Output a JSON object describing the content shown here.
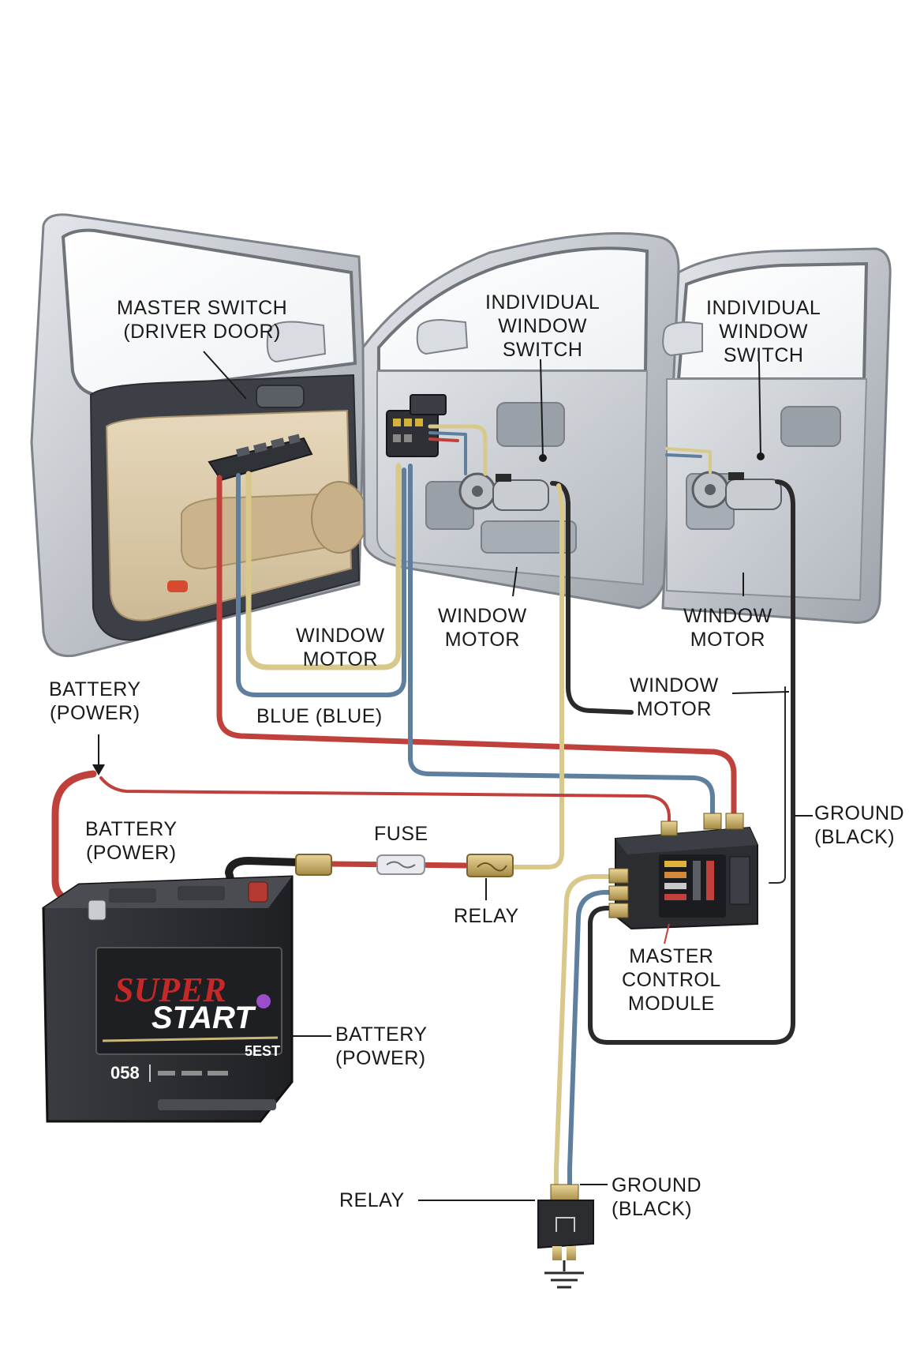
{
  "labels": {
    "master_switch": "MASTER SWITCH\n(DRIVER DOOR)",
    "individual_switch_1": "INDIVIDUAL\nWINDOW\nSWITCH",
    "individual_switch_2": "INDIVIDUAL\nWINDOW\nSWITCH",
    "window_motor_1": "WINDOW\nMOTOR",
    "window_motor_2": "WINDOW\nMOTOR",
    "window_motor_3": "WINDOW\nMOTOR",
    "window_motor_4": "WINDOW\nMOTOR",
    "blue_wire": "BLUE (BLUE)",
    "battery_power_top": "BATTERY\n(POWER)",
    "battery_power_mid": "BATTERY\n(POWER)",
    "battery_power_bottom": "BATTERY\n(POWER)",
    "fuse": "FUSE",
    "relay_top": "RELAY",
    "relay_bottom": "RELAY",
    "ground_right": "GROUND\n(BLACK)",
    "ground_bottom": "GROUND\n(BLACK)",
    "master_control_module": "MASTER\nCONTROL\nMODULE"
  },
  "battery": {
    "brand_line1": "SUPER",
    "brand_line2": "START",
    "model": "058",
    "code": "5EST"
  },
  "colors": {
    "red_wire": "#c0413b",
    "blue_wire": "#5f7f9e",
    "yellow_wire": "#d8c98a",
    "black_wire": "#2a2a2a",
    "door_silver": "#c9ccd1",
    "door_trim": "#d8c7a6",
    "battery_body": "#2b2d31",
    "brand_red": "#c62828"
  }
}
